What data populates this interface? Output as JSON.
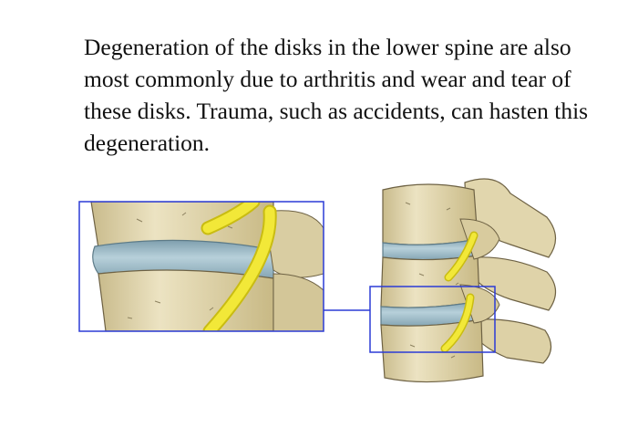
{
  "slide": {
    "text": "Degeneration of the disks in the lower spine are also most commonly due to arthritis and wear and tear of these disks. Trauma, such as accidents, can hasten this degeneration."
  },
  "illustration": {
    "colors": {
      "bone": "#e6dbb4",
      "bone_shadow": "#b9ab7e",
      "disk": "#98b7c4",
      "disk_light": "#c3d9e2",
      "nerve": "#f2e838",
      "nerve_dark": "#c9bc12",
      "callout": "#2b3bd6",
      "outline": "#6e6244"
    },
    "icons": [
      "spine-section",
      "zoom-callout"
    ]
  }
}
